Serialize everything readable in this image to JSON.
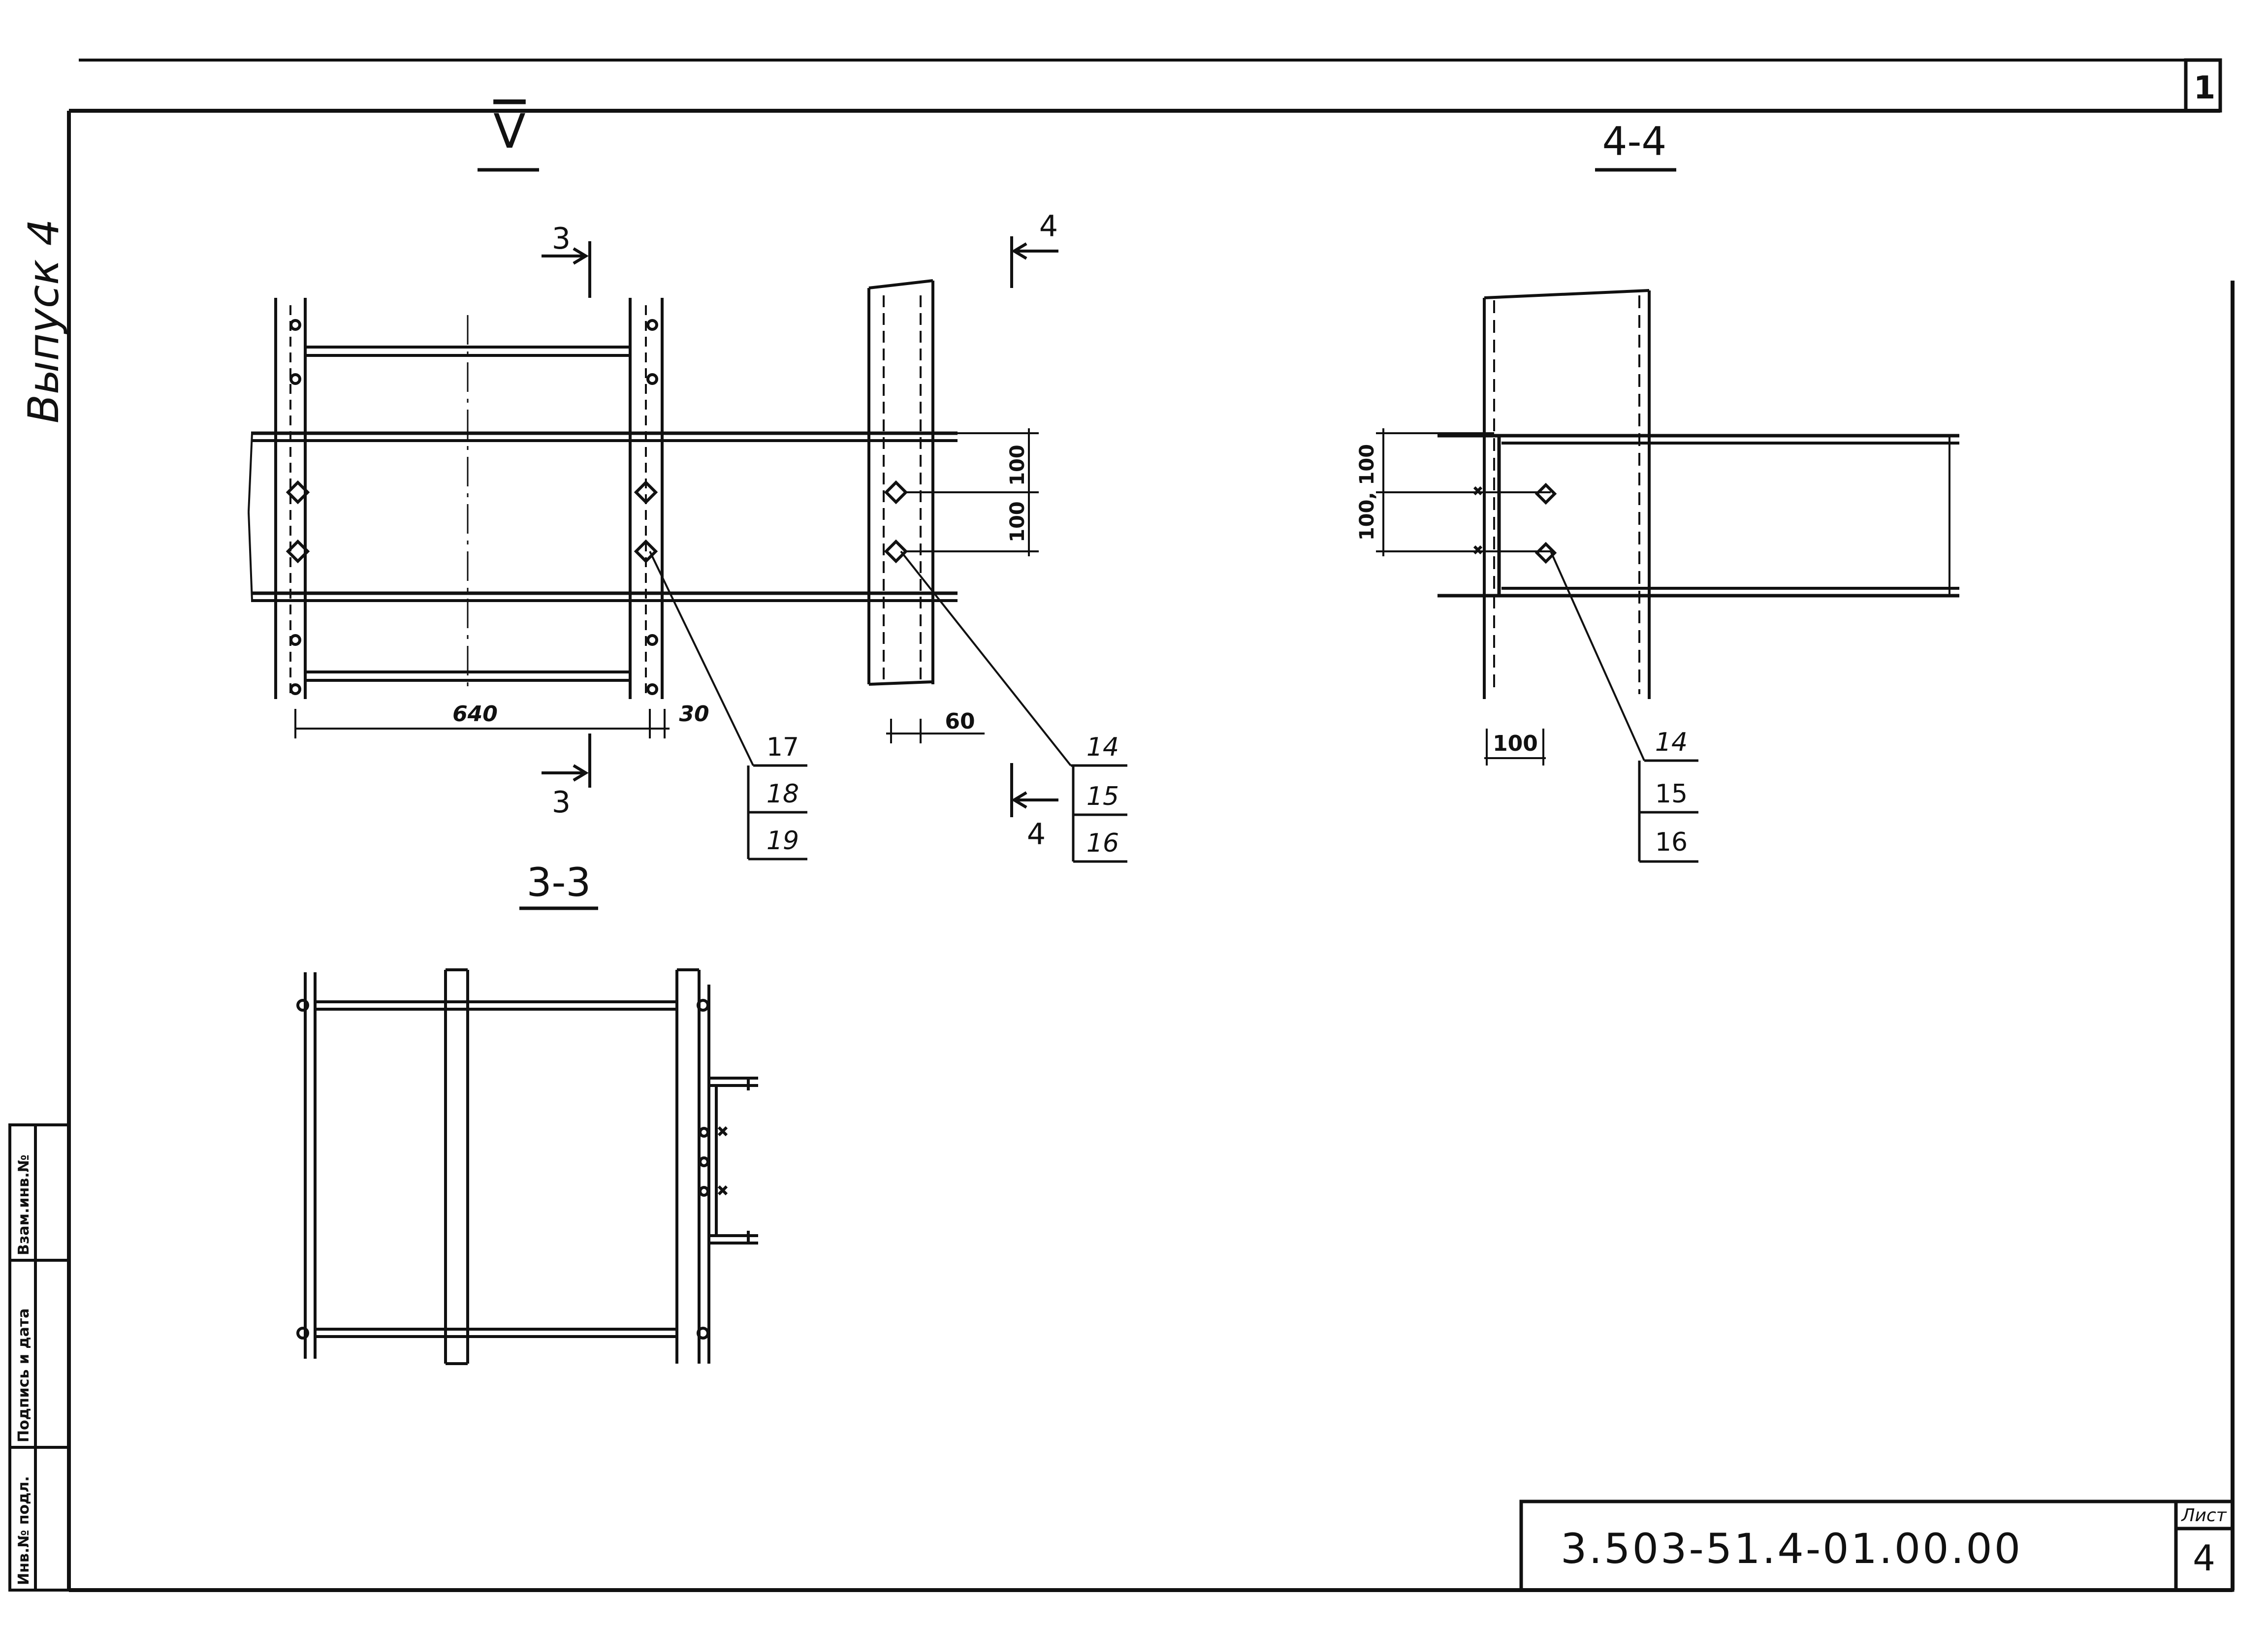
{
  "header": {
    "corner_number": "1",
    "series_label": "Выпуск 4"
  },
  "views": {
    "view_main": {
      "title": "V"
    },
    "view_4_4": {
      "title": "4-4"
    },
    "view_3_3": {
      "title": "3-3"
    }
  },
  "section_marks": {
    "cut3_top": "3",
    "cut3_bottom": "3",
    "cut4_top": "4",
    "cut4_bottom": "4"
  },
  "dimensions": {
    "main_width": "640",
    "main_edge": "30",
    "post_edge": "60",
    "post_pitch_upper": "100",
    "post_pitch_lower": "100",
    "sec44_edge": "100",
    "sec44_pitch": "100, 100"
  },
  "callouts": {
    "group_a": [
      "17",
      "18",
      "19"
    ],
    "group_b": [
      "14",
      "15",
      "16"
    ],
    "group_c": [
      "14",
      "15",
      "16"
    ]
  },
  "stamp_side": {
    "col1": "Инв.№ подл.",
    "col2": "Подпись и дата",
    "col3": "Взам.инв.№"
  },
  "title_block": {
    "designation": "3.503-51.4-01.00.00",
    "sheet_label": "Лист",
    "sheet_number": "4"
  }
}
